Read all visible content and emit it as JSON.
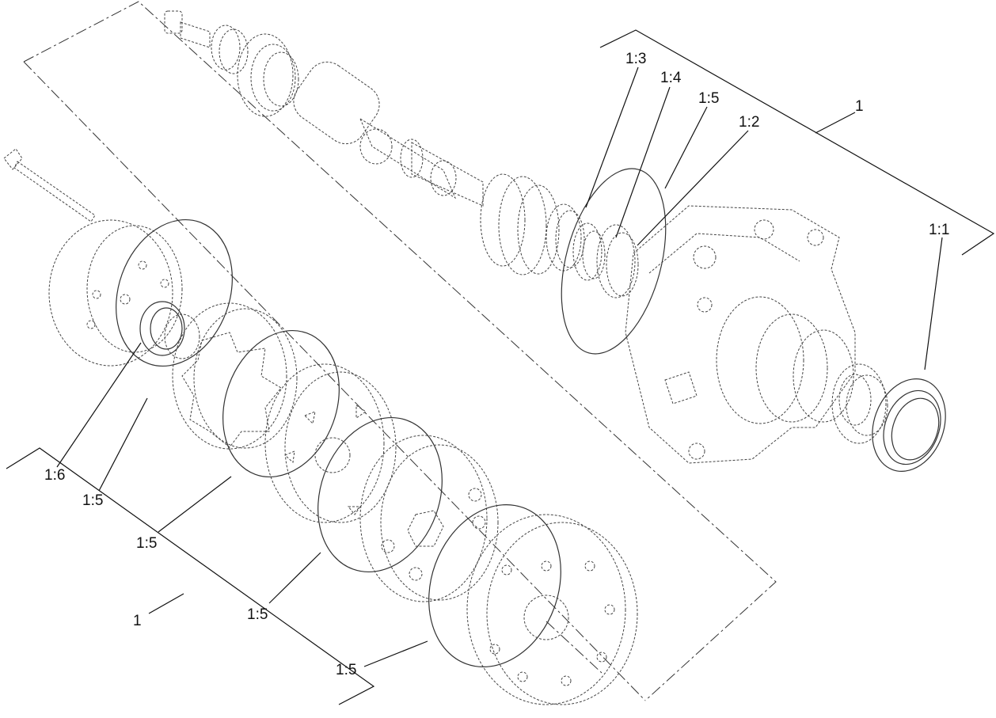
{
  "callouts": {
    "c_1_3": "1:3",
    "c_1_4": "1:4",
    "c_1_5_top": "1:5",
    "c_1_2": "1:2",
    "c_1_top": "1",
    "c_1_1": "1:1",
    "c_1_6": "1:6",
    "c_1_5_a": "1:5",
    "c_1_5_b": "1:5",
    "c_1_5_c": "1:5",
    "c_1_5_d": "1:5",
    "c_1_bottom": "1"
  },
  "colors": {
    "ink": "#111111",
    "line": "#444444",
    "background": "#ffffff"
  }
}
